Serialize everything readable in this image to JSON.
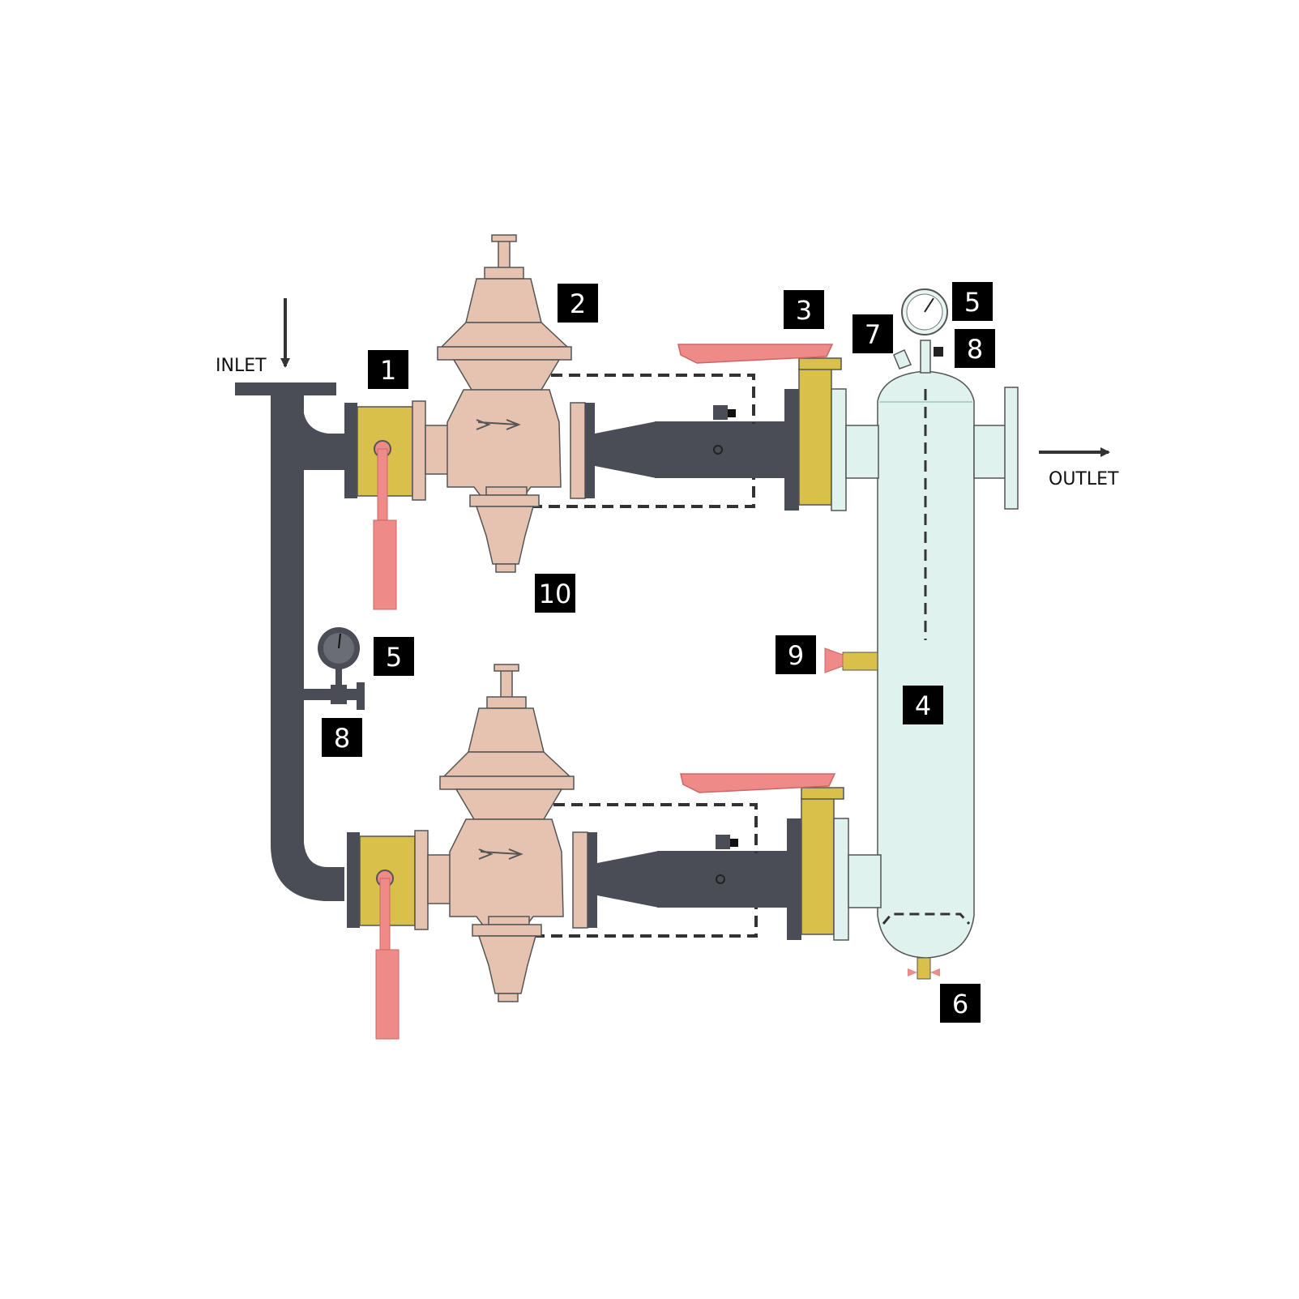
{
  "labels": {
    "inlet": "INLET",
    "outlet": "OUTLET"
  },
  "callouts": {
    "c1": "1",
    "c2": "2",
    "c3": "3",
    "c4": "4",
    "c5_top": "5",
    "c5_left": "5",
    "c6": "6",
    "c7": "7",
    "c8_top": "8",
    "c8_left": "8",
    "c9": "9",
    "c10": "10"
  },
  "colors": {
    "pipe": "#4a4d55",
    "regulator_body": "#e5c3b0",
    "ball_valve": "#d8c04a",
    "handle": "#ee8a88",
    "separator_tank": "#dff2ee",
    "callout_box": "#000000"
  }
}
